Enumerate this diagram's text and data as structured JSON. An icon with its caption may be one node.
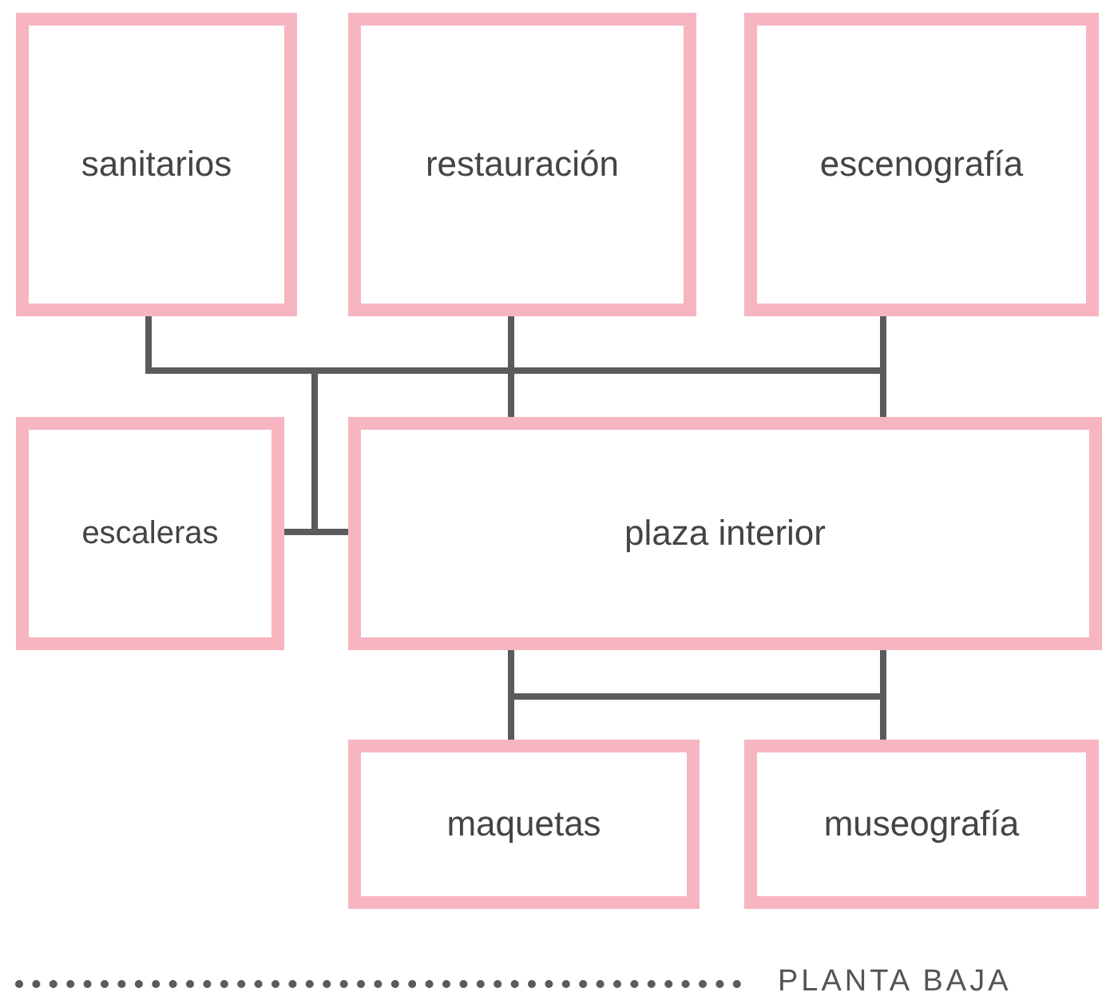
{
  "diagram": {
    "nodes": [
      {
        "text": [
          "sanitarios"
        ]
      },
      {
        "text": [
          "restauración"
        ]
      },
      {
        "text": [
          "escenografía"
        ]
      },
      {
        "text": [
          "escaleras"
        ]
      },
      {
        "text": [
          "plaza interior"
        ]
      },
      {
        "text": [
          "maquetas"
        ]
      },
      {
        "text": [
          "museografía"
        ]
      }
    ],
    "edges": [
      {
        "from": 0,
        "to": 4,
        "arrow": "none"
      },
      {
        "from": 1,
        "to": 4,
        "arrow": "none"
      },
      {
        "from": 2,
        "to": 4,
        "arrow": "none"
      },
      {
        "from": 3,
        "to": 4,
        "arrow": "none"
      },
      {
        "from": 0,
        "to": 2,
        "arrow": "none"
      },
      {
        "from": 4,
        "to": 5,
        "arrow": "none"
      },
      {
        "from": 4,
        "to": 6,
        "arrow": "none"
      },
      {
        "from": 5,
        "to": 6,
        "arrow": "none"
      }
    ],
    "labels": [
      "PLANTA BAJA"
    ]
  }
}
